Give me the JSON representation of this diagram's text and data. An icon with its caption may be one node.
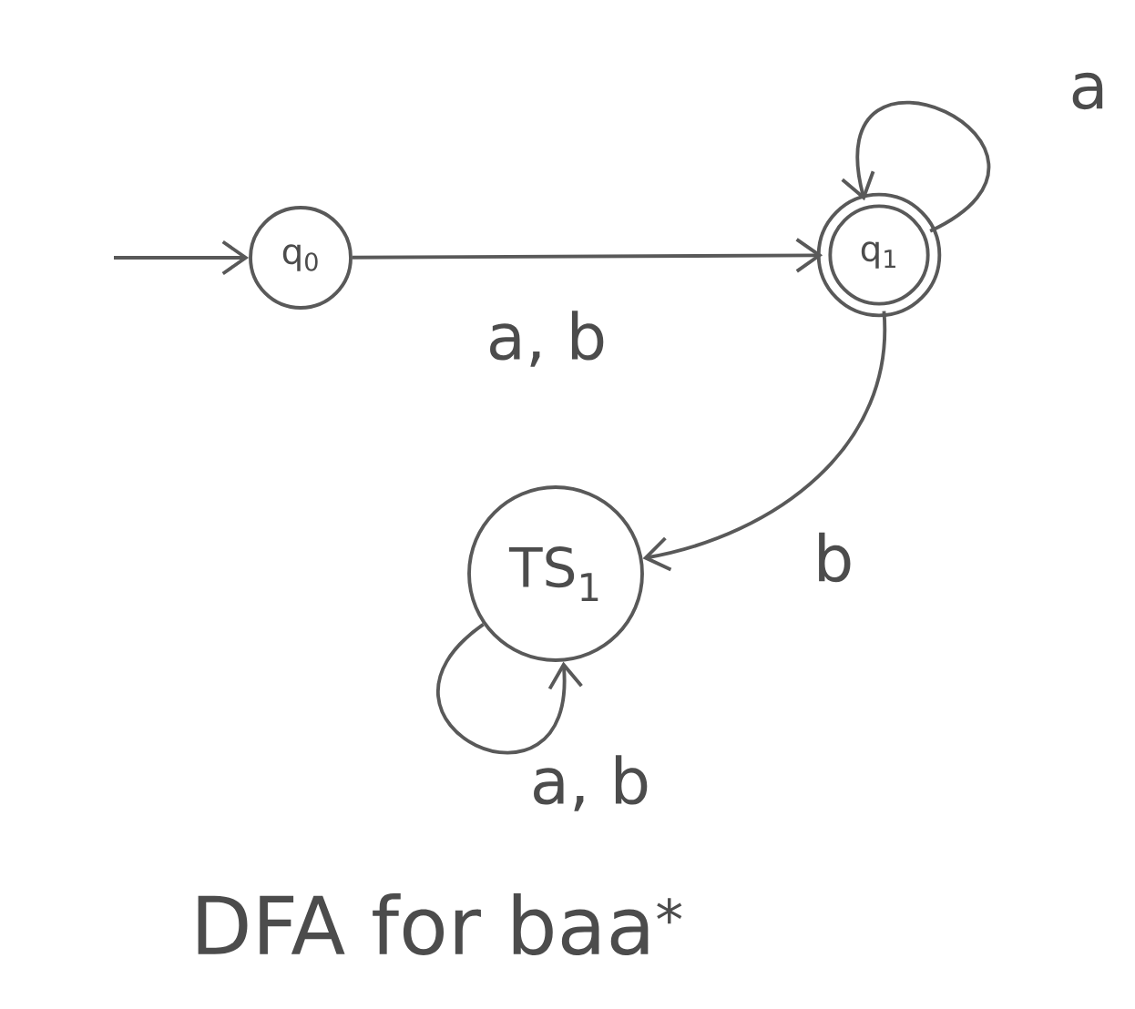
{
  "diagram": {
    "caption": "DFA for baa$^{*}$",
    "nodes": [
      {
        "text": [
          "q$_{0}$"
        ]
      },
      {
        "text": [
          "q$_{1}$"
        ]
      },
      {
        "text": [
          "TS$_{1}$"
        ]
      }
    ],
    "edges": [
      {
        "from": null,
        "to": 0,
        "arrow": "to"
      },
      {
        "from": 0,
        "to": 1,
        "arrow": "to",
        "label": "a, b"
      },
      {
        "from": 1,
        "to": 1,
        "arrow": "to",
        "label": "a"
      },
      {
        "from": 1,
        "to": 2,
        "arrow": "to",
        "label": "b"
      },
      {
        "from": 2,
        "to": 2,
        "arrow": "to",
        "label": "a, b"
      }
    ]
  }
}
